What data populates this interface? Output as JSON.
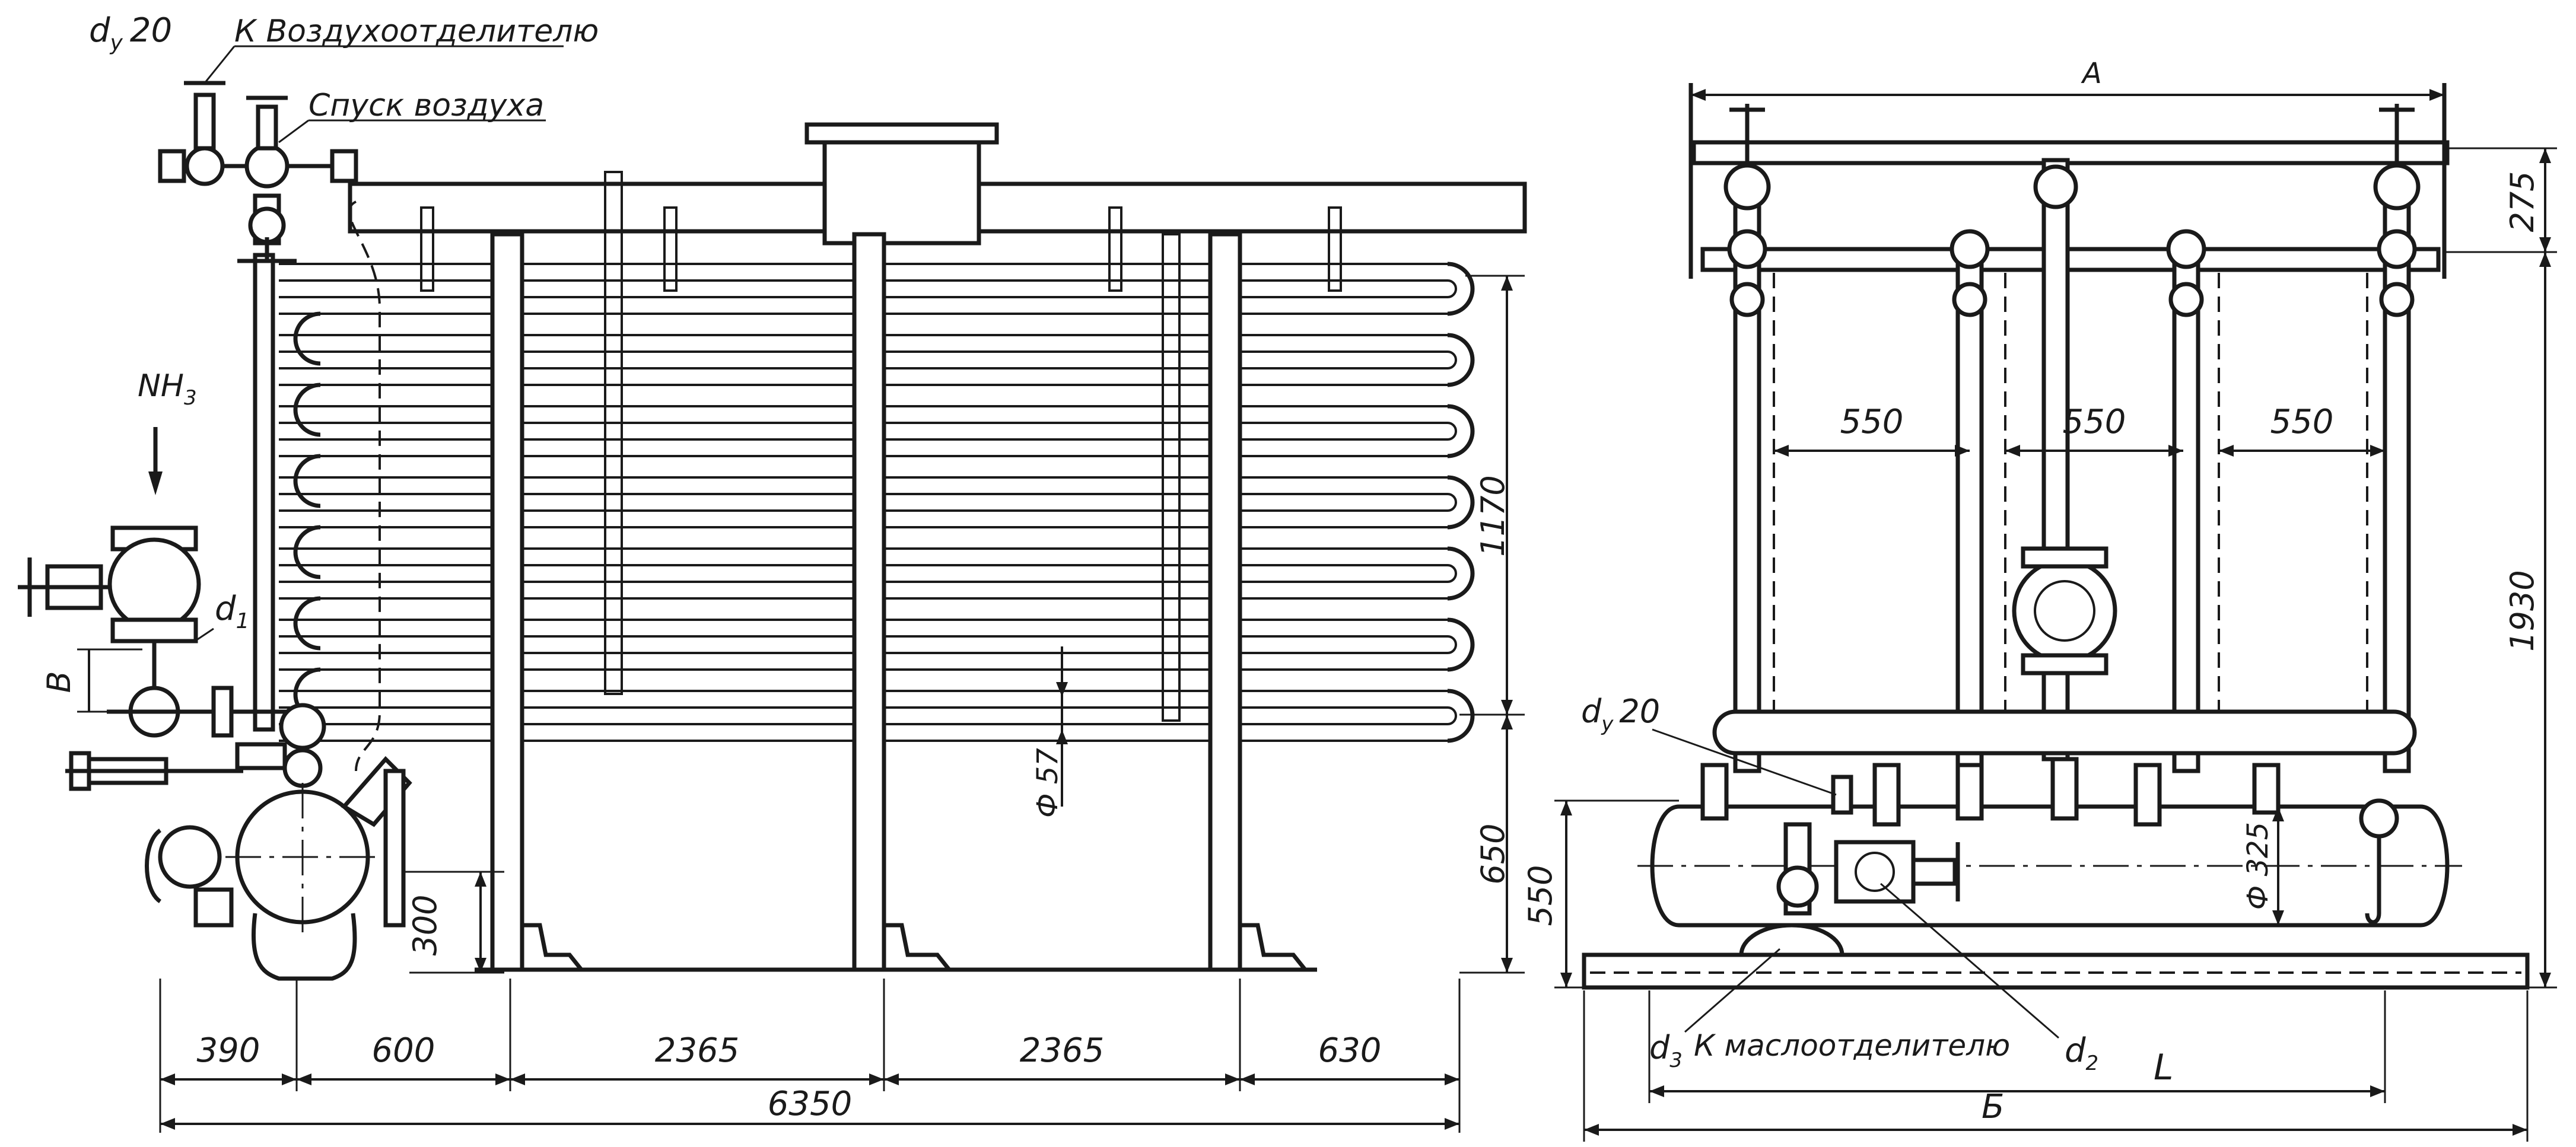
{
  "labels": {
    "dy20_top": "d",
    "dy20_top_sub": "y",
    "dy20_top_num": "20",
    "to_air_separator": "К Воздухоотделителю",
    "air_release": "Спуск воздуха",
    "nh3": "NH",
    "nh3_sub": "3",
    "d1": "d",
    "d1_sub": "1",
    "b_label": "В",
    "dy20_right": "d",
    "dy20_right_sub": "y",
    "dy20_right_num": "20",
    "d3": "d",
    "d3_sub": "3",
    "to_oil_separator": "К маслоотделителю",
    "d2": "d",
    "d2_sub": "2",
    "L": "L",
    "B_total": "Б",
    "A_top": "А",
    "phi57": "Ф 57",
    "phi325": "Ф 325"
  },
  "dimensions": {
    "d390": "390",
    "d600": "600",
    "d2365a": "2365",
    "d2365b": "2365",
    "d630": "630",
    "d6350": "6350",
    "d300": "300",
    "d650": "650",
    "d1170": "1170",
    "d550_a": "550",
    "d550_b": "550",
    "d550_c": "550",
    "d550_v": "550",
    "d275": "275",
    "d1930": "1930"
  }
}
